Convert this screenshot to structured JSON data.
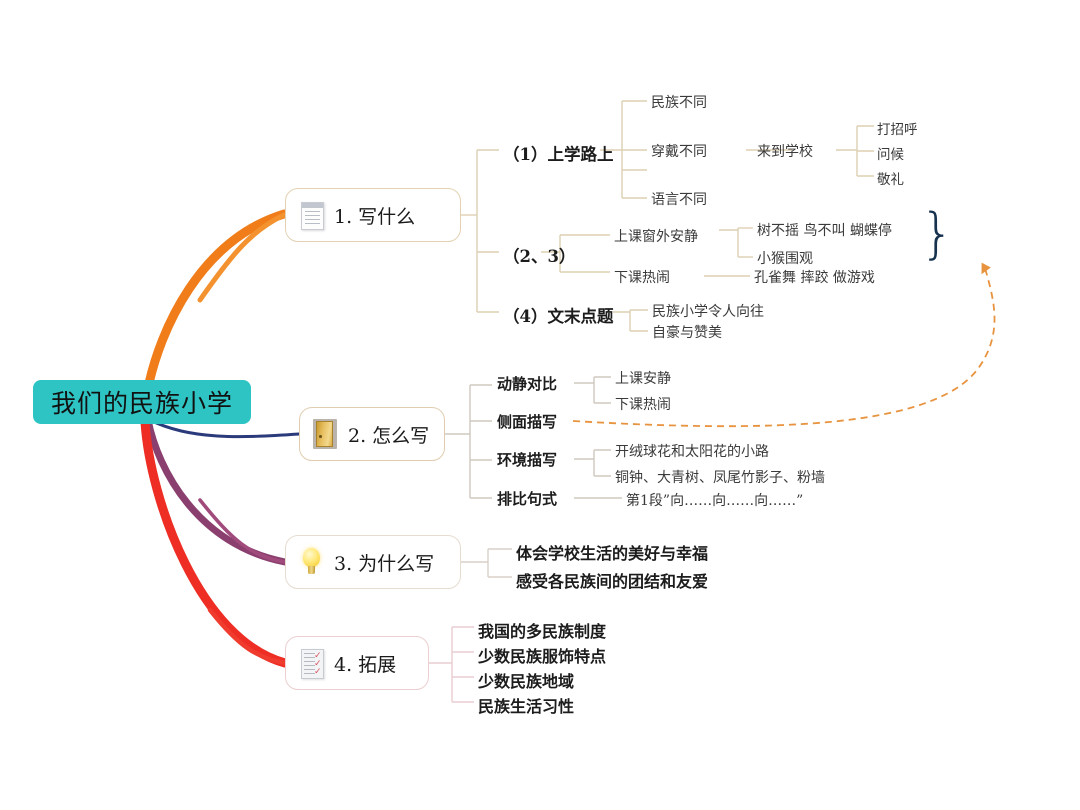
{
  "root": {
    "label": "我们的民族小学",
    "bg_color": "#2ec4c4"
  },
  "branches": [
    {
      "id": "node-1",
      "label": "1. 写什么",
      "icon": "document-icon",
      "border_color": "#e2d2b3",
      "children": [
        {
          "label": "（1）上学路上",
          "children": [
            {
              "label": "民族不同"
            },
            {
              "label": "穿戴不同",
              "children": [
                {
                  "label": "来到学校",
                  "children": [
                    {
                      "label": "打招呼"
                    },
                    {
                      "label": "问候"
                    },
                    {
                      "label": "敬礼"
                    }
                  ]
                }
              ]
            },
            {
              "label": "语言不同"
            }
          ]
        },
        {
          "label": "（2、3）",
          "children": [
            {
              "label": "上课窗外安静",
              "children": [
                {
                  "label": "树不摇 鸟不叫 蝴蝶停"
                },
                {
                  "label": "小猴围观"
                }
              ]
            },
            {
              "label": "下课热闹",
              "children": [
                {
                  "label": "孔雀舞 摔跤 做游戏"
                }
              ]
            }
          ]
        },
        {
          "label": "（4）文末点题",
          "children": [
            {
              "label": "民族小学令人向往"
            },
            {
              "label": "自豪与赞美"
            }
          ]
        }
      ]
    },
    {
      "id": "node-2",
      "label": "2. 怎么写",
      "icon": "door-icon",
      "border_color": "#e0cdb0",
      "children": [
        {
          "label": "动静对比",
          "children": [
            {
              "label": "上课安静"
            },
            {
              "label": "下课热闹"
            }
          ]
        },
        {
          "label": "侧面描写"
        },
        {
          "label": "环境描写",
          "children": [
            {
              "label": "开绒球花和太阳花的小路"
            },
            {
              "label": "铜钟、大青树、凤尾竹影子、粉墙"
            }
          ]
        },
        {
          "label": "排比句式",
          "children": [
            {
              "label": "第1段”向……向……向……”"
            }
          ]
        }
      ]
    },
    {
      "id": "node-3",
      "label": "3. 为什么写",
      "icon": "lightbulb-icon",
      "border_color": "#e6dcd0",
      "children": [
        {
          "label": "体会学校生活的美好与幸福"
        },
        {
          "label": "感受各民族间的团结和友爱"
        }
      ]
    },
    {
      "id": "node-4",
      "label": "4. 拓展",
      "icon": "checklist-icon",
      "border_color": "#eccfd0",
      "children": [
        {
          "label": "我国的多民族制度"
        },
        {
          "label": "少数民族服饰特点"
        },
        {
          "label": "少数民族地域"
        },
        {
          "label": "民族生活习性"
        }
      ]
    }
  ],
  "annotations": {
    "brace": "}",
    "brace_color": "#16324f",
    "arrow_color": "#e8933f"
  },
  "connector_colors": {
    "branch_1": "#f07d1a",
    "branch_2": "#2b3a7a",
    "branch_3": "#8b3f6e",
    "branch_4": "#ee2d24",
    "sub_1": "#ddd0b4",
    "sub_2": "#cfc8be",
    "sub_3": "#d8cfc8",
    "sub_4": "#e9cdd1"
  }
}
